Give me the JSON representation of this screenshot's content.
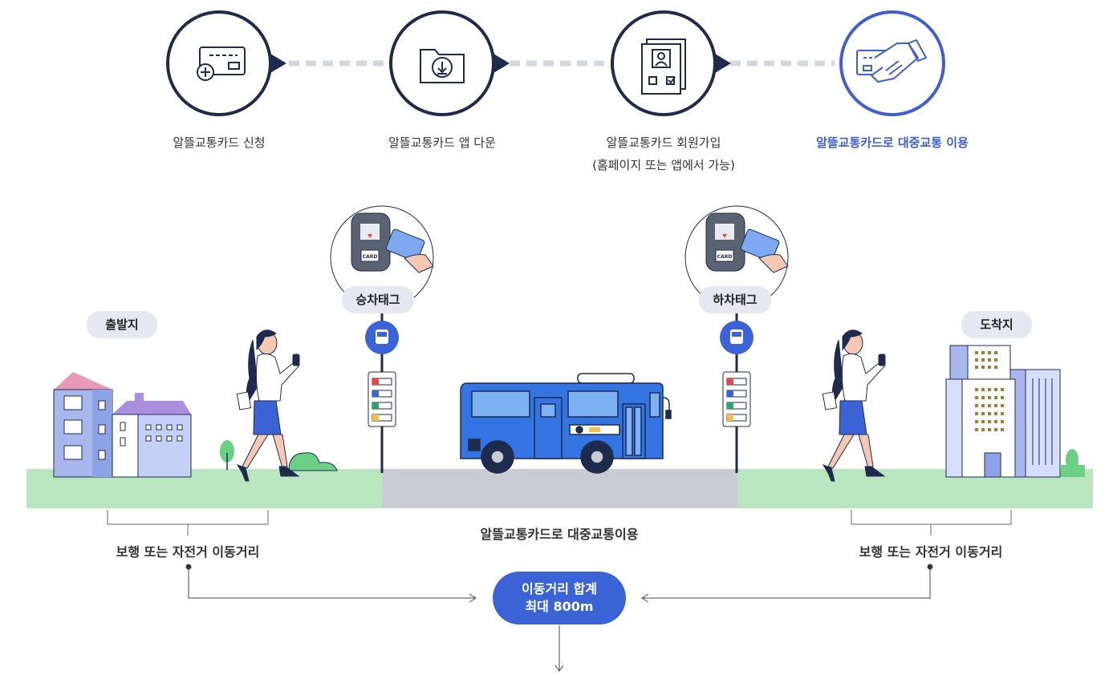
{
  "steps": [
    {
      "label": "알뜰교통카드 신청",
      "sublabel": "",
      "icon": "card-plus-icon"
    },
    {
      "label": "알뜰교통카드 앱 다운",
      "sublabel": "",
      "icon": "folder-download-icon"
    },
    {
      "label": "알뜰교통카드 회원가입",
      "sublabel": "(홈페이지 또는 앱에서 가능)",
      "icon": "member-document-icon"
    },
    {
      "label": "알뜰교통카드로 대중교통 이용",
      "sublabel": "",
      "icon": "card-hand-icon"
    }
  ],
  "scene": {
    "origin_label": "출발지",
    "destination_label": "도착지",
    "board_tag_label": "승차태그",
    "alight_tag_label": "하차태그",
    "card_text": "CARD",
    "walk_left_caption": "보행 또는 자전거 이동거리",
    "walk_right_caption": "보행 또는 자전거 이동거리",
    "transit_caption": "알뜰교통카드로 대중교통이용",
    "total_line1": "이동거리 합계",
    "total_line2": "최대 800m"
  },
  "colors": {
    "navy": "#1f2b4d",
    "accent": "#3f5fd1",
    "grass": "#b9e6be",
    "road": "#c9ccd3",
    "bus": "#3575e3",
    "pill": "#e5e8f3"
  }
}
